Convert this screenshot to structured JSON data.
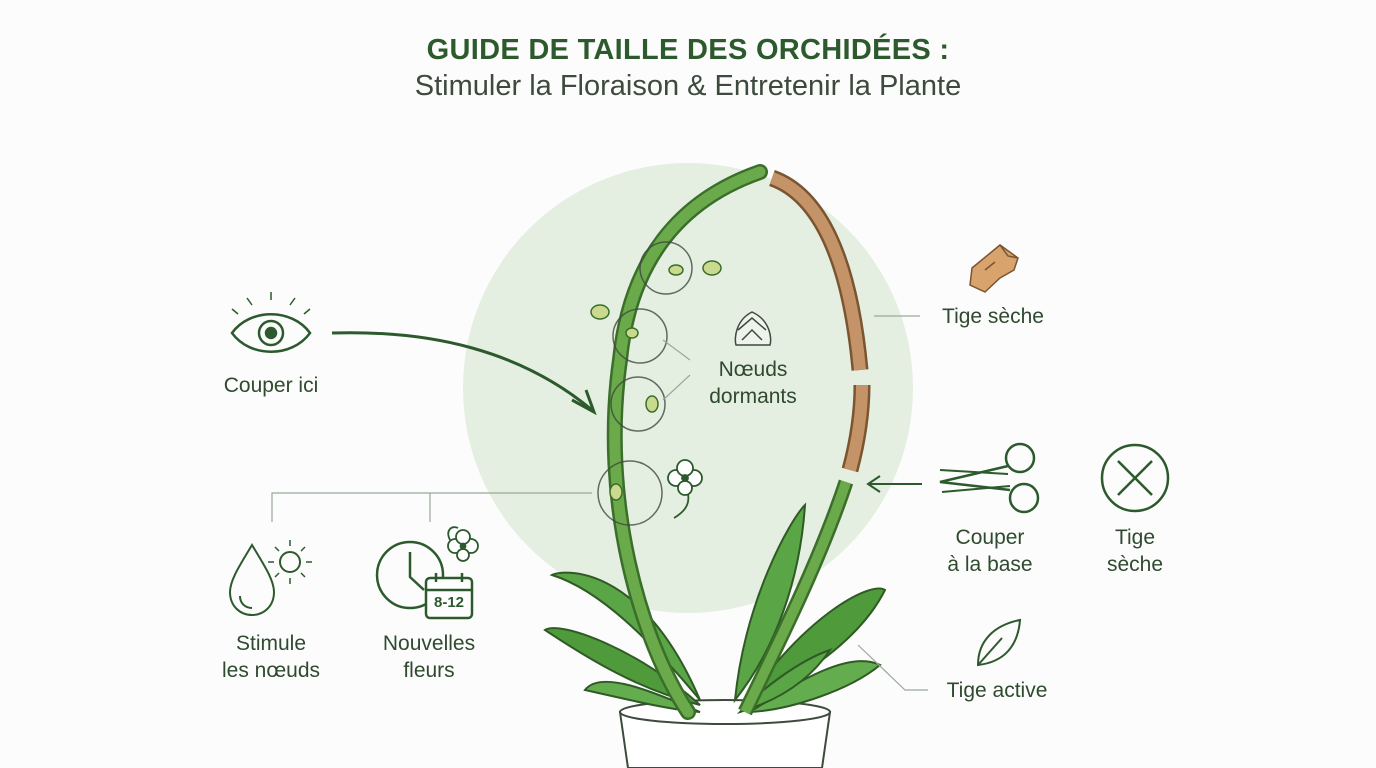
{
  "header": {
    "title": "GUIDE DE TAILLE DES ORCHIDÉES :",
    "subtitle": "Stimuler la Floraison & Entretenir la Plante"
  },
  "labels": {
    "cut_here": "Couper ici",
    "dormant_nodes_line1": "Nœuds",
    "dormant_nodes_line2": "dormants",
    "dry_stem": "Tige sèche",
    "cut_base_line1": "Couper",
    "cut_base_line2": "à la base",
    "dry_stem_x_line1": "Tige",
    "dry_stem_x_line2": "sèche",
    "active_stem": "Tige active",
    "stimulate_line1": "Stimule",
    "stimulate_line2": "les nœuds",
    "new_flowers_line1": "Nouvelles",
    "new_flowers_line2": "fleurs",
    "calendar_value": "8-12"
  },
  "colors": {
    "dark_green": "#2d5a2d",
    "stem_green": "#5a9a3e",
    "leaf_green": "#4f9a3a",
    "dry_brown": "#b88a5c",
    "circle_bg": "#e3eee1"
  },
  "icons": [
    "eye-icon",
    "wood-icon",
    "bud-icon",
    "scissors-icon",
    "x-circle-icon",
    "leaf-icon",
    "drop-sun-icon",
    "clock-calendar-icon",
    "orchid-flower-icon"
  ]
}
